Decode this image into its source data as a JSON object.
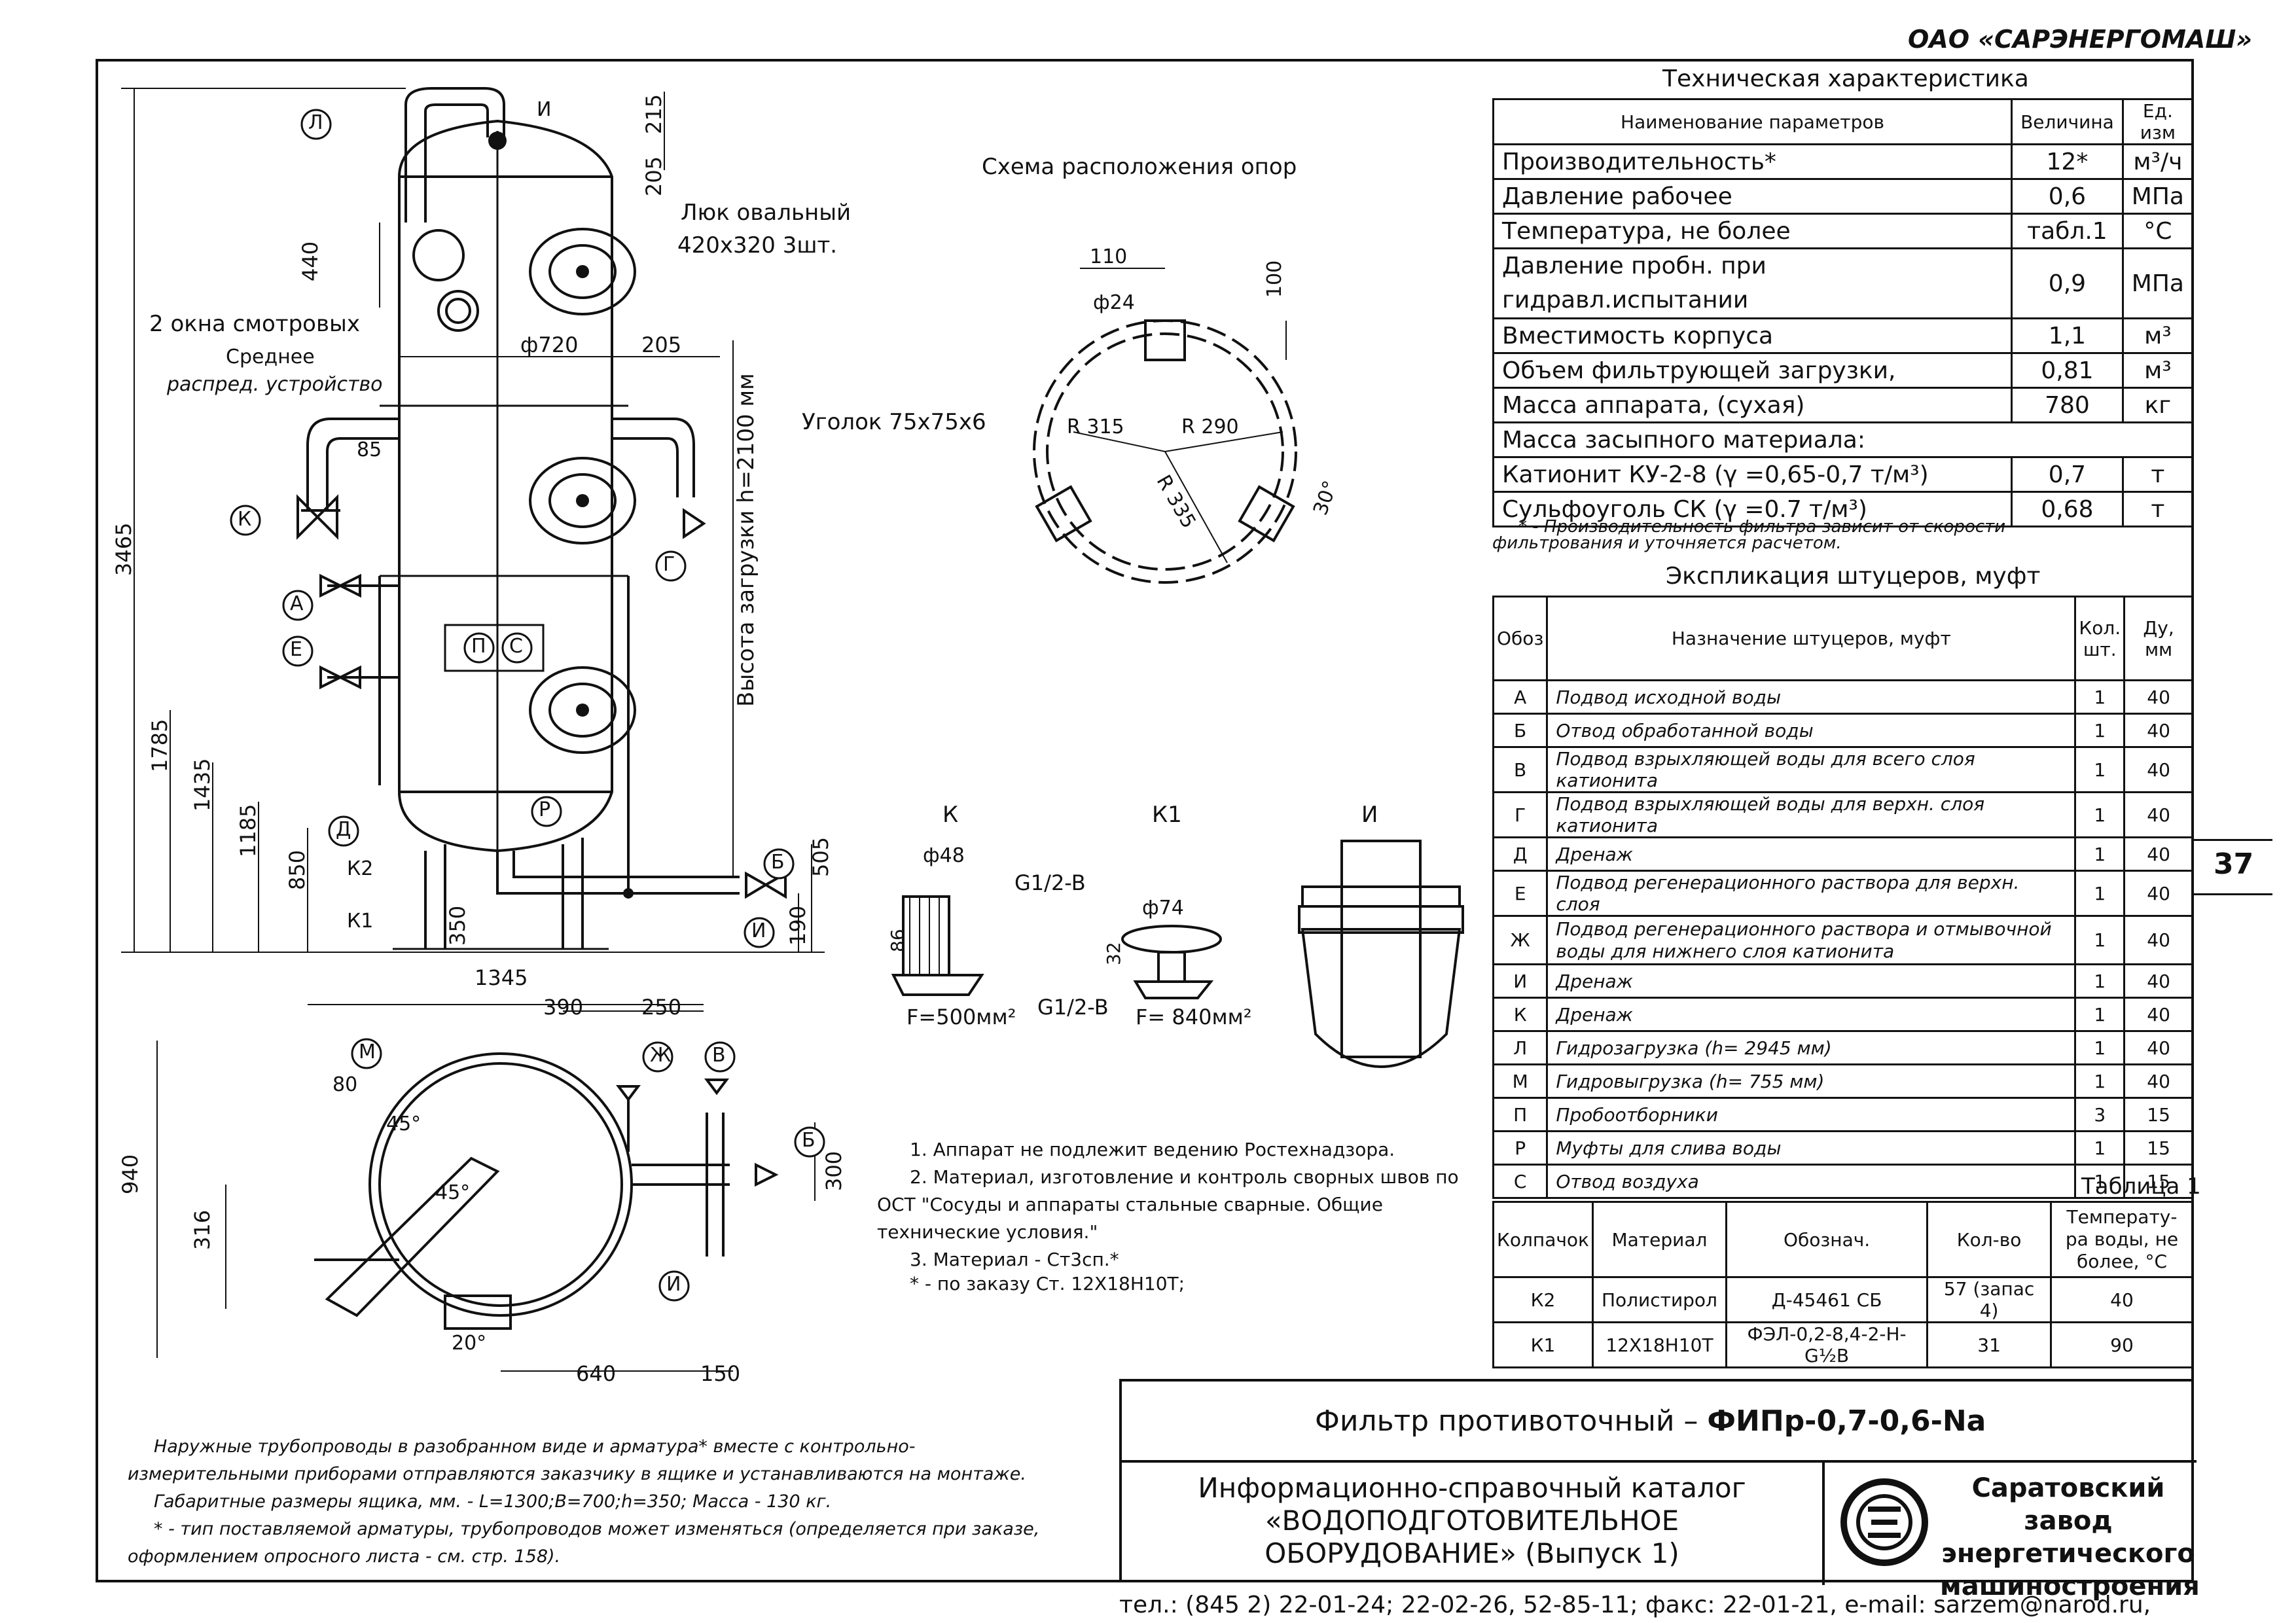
{
  "company_header": "ОАО «САРЭНЕРГОМАШ»",
  "page_number": "37",
  "contacts": "тел.: (845 2) 22-01-24; 22-02-26, 52-85-11; факс: 22-01-21, e-mail: sarzem@narod.ru,",
  "drawing_title_prefix": "Фильтр противоточный –",
  "drawing_title_model": "ФИПр-0,7-0,6-Na",
  "catalog": {
    "line1": "Информационно-справочный каталог",
    "line2": "«ВОДОПОДГОТОВИТЕЛЬНОЕ",
    "line3": "ОБОРУДОВАНИЕ» (Выпуск 1)"
  },
  "manufacturer": {
    "line1": "Саратовский завод",
    "line2": "энергетического",
    "line3": "машиностроения"
  },
  "specs": {
    "caption": "Техническая характеристика",
    "headers": [
      "Наименование параметров",
      "Величина",
      "Ед. изм"
    ],
    "rows": [
      {
        "name": "Производительность*",
        "value": "12*",
        "unit": "м³/ч"
      },
      {
        "name": "Давление рабочее",
        "value": "0,6",
        "unit": "МПа"
      },
      {
        "name": "Температура, не более",
        "value": "табл.1",
        "unit": "°С"
      },
      {
        "name": "Давление пробн. при гидравл.испытании",
        "value": "0,9",
        "unit": "МПа"
      },
      {
        "name": "Вместимость корпуса",
        "value": "1,1",
        "unit": "м³"
      },
      {
        "name": "Объем фильтрующей загрузки,",
        "value": "0,81",
        "unit": "м³"
      },
      {
        "name": "Масса аппарата, (сухая)",
        "value": "780",
        "unit": "кг"
      },
      {
        "name": "Масса засыпного материала:",
        "value": "",
        "unit": ""
      },
      {
        "name": "Катионит КУ-2-8 (γ =0,65-0,7 т/м³)",
        "value": "0,7",
        "unit": "т"
      },
      {
        "name": "Сульфоуголь СК (γ =0.7 т/м³)",
        "value": "0,68",
        "unit": "т"
      }
    ],
    "note_line1": "* - Производительность фильтра зависит от скорости",
    "note_line2": "фильтрования и уточняется расчетом."
  },
  "nozzles": {
    "caption": "Экспликация штуцеров, муфт",
    "headers": [
      "Обоз",
      "Назначение штуцеров, муфт",
      "Кол. шт.",
      "Ду, мм"
    ],
    "rows": [
      {
        "code": "А",
        "purpose": "Подвод исходной воды",
        "qty": "1",
        "dn": "40"
      },
      {
        "code": "Б",
        "purpose": "Отвод обработанной воды",
        "qty": "1",
        "dn": "40"
      },
      {
        "code": "В",
        "purpose": "Подвод взрыхляющей воды  для всего слоя катионита",
        "qty": "1",
        "dn": "40"
      },
      {
        "code": "Г",
        "purpose": "Подвод взрыхляющей воды для верхн. слоя катионита",
        "qty": "1",
        "dn": "40"
      },
      {
        "code": "Д",
        "purpose": "Дренаж",
        "qty": "1",
        "dn": "40"
      },
      {
        "code": "Е",
        "purpose": "Подвод  регенерационного раствора для верхн. слоя",
        "qty": "1",
        "dn": "40"
      },
      {
        "code": "Ж",
        "purpose": "Подвод регенерационного раствора и отмывочной воды для нижнего слоя катионита",
        "qty": "1",
        "dn": "40"
      },
      {
        "code": "И",
        "purpose": "Дренаж",
        "qty": "1",
        "dn": "40"
      },
      {
        "code": "К",
        "purpose": "Дренаж",
        "qty": "1",
        "dn": "40"
      },
      {
        "code": "Л",
        "purpose": "Гидрозагрузка (h= 2945 мм)",
        "qty": "1",
        "dn": "40"
      },
      {
        "code": "М",
        "purpose": "Гидровыгрузка (h= 755 мм)",
        "qty": "1",
        "dn": "40"
      },
      {
        "code": "П",
        "purpose": "Пробоотборники",
        "qty": "3",
        "dn": "15"
      },
      {
        "code": "Р",
        "purpose": "Муфты для слива воды",
        "qty": "1",
        "dn": "15"
      },
      {
        "code": "С",
        "purpose": "Отвод воздуха",
        "qty": "1",
        "dn": "15"
      }
    ]
  },
  "table1": {
    "caption": "Таблица 1",
    "headers": [
      "Колпачок",
      "Материал",
      "Обознач.",
      "Кол-во",
      "Температу-ра воды, не более, °С"
    ],
    "rows": [
      {
        "cap": "К2",
        "material": "Полистирол",
        "designation": "Д-45461 СБ",
        "qty": "57 (запас 4)",
        "temp": "40"
      },
      {
        "cap": "К1",
        "material": "12Х18Н10Т",
        "designation": "ФЭЛ-0,2-8,4-2-Н-G½В",
        "qty": "31",
        "temp": "90"
      }
    ]
  },
  "notes": [
    "1. Аппарат не подлежит ведению Ростехнадзора.",
    "2. Материал, изготовление и контроль сворных швов по",
    "ОСТ \"Сосуды и аппараты стальные сварные. Общие",
    "технические условия.\"",
    "3. Материал - Ст3сп.*",
    "* - по заказу Ст. 12Х18Н10Т;"
  ],
  "bottom_notes": [
    "Наружные трубопроводы в разобранном виде и арматура* вместе с контрольно-",
    "измерительными приборами отправляются заказчику в ящике и устанавливаются на монтаже.",
    "Габаритные размеры ящика, мм. - L=1300;B=700;h=350; Масса - 130 кг.",
    "* - тип поставляемой арматуры, трубопроводов может изменяться (определяется при заказе,",
    "оформлением опросного листа - см. стр. 158)."
  ],
  "drawing_labels": {
    "support_scheme": "Схема расположения опор",
    "hatch": "Люк овальный",
    "hatch_size": "420х320 3шт.",
    "windows": "2 окна смотровых",
    "mid_dist_1": "Среднее",
    "mid_dist_2": "распред. устройство",
    "load_height": "Высота загрузки h=2100 мм",
    "angle": "Уголок 75х75х6",
    "view_k": "К",
    "view_k1": "К1",
    "view_i": "И",
    "g12_1": "G1/2-B",
    "g12_2": "G1/2-B",
    "f500": "F=500мм²",
    "f840": "F= 840мм²"
  },
  "dimensions": {
    "d3465": "3465",
    "d1785": "1785",
    "d1435": "1435",
    "d1185": "1185",
    "d850": "850",
    "d215": "215",
    "d205a": "205",
    "d440": "440",
    "d720": "ф720",
    "d205b": "205",
    "d85": "85",
    "d505": "505",
    "d190": "190",
    "d350": "350",
    "d1345": "1345",
    "d390": "390",
    "d250": "250",
    "d940": "940",
    "d316": "316",
    "d300": "300",
    "d640": "640",
    "d150": "150",
    "d80": "80",
    "d45a": "45°",
    "d45b": "45°",
    "d20": "20°",
    "d110": "110",
    "d24": "ф24",
    "d100": "100",
    "r315": "R 315",
    "r290": "R 290",
    "r335": "R 335",
    "d30": "30°",
    "d48": "ф48",
    "d86": "86",
    "d74": "ф74",
    "d32": "32"
  },
  "callouts": [
    "Л",
    "И",
    "К",
    "А",
    "Е",
    "Д",
    "К2",
    "К1",
    "Г",
    "П",
    "С",
    "Р",
    "Б",
    "И",
    "М",
    "Ж",
    "В",
    "Б",
    "И"
  ]
}
